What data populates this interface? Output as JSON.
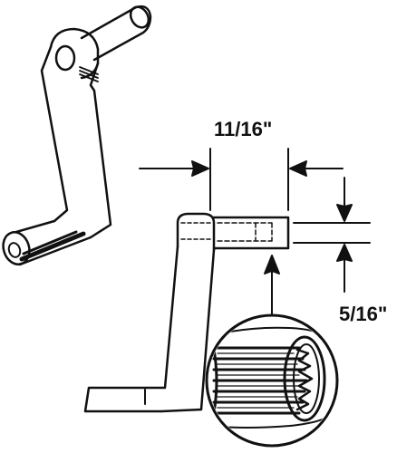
{
  "dimensions": {
    "length": "11/16\"",
    "diameter": "5/16\""
  },
  "colors": {
    "line": "#111111",
    "background": "#ffffff"
  },
  "illustrations": {
    "left": "crank-handle-perspective",
    "right": "crank-handle-side-profile",
    "inset": "splined-socket-detail"
  }
}
